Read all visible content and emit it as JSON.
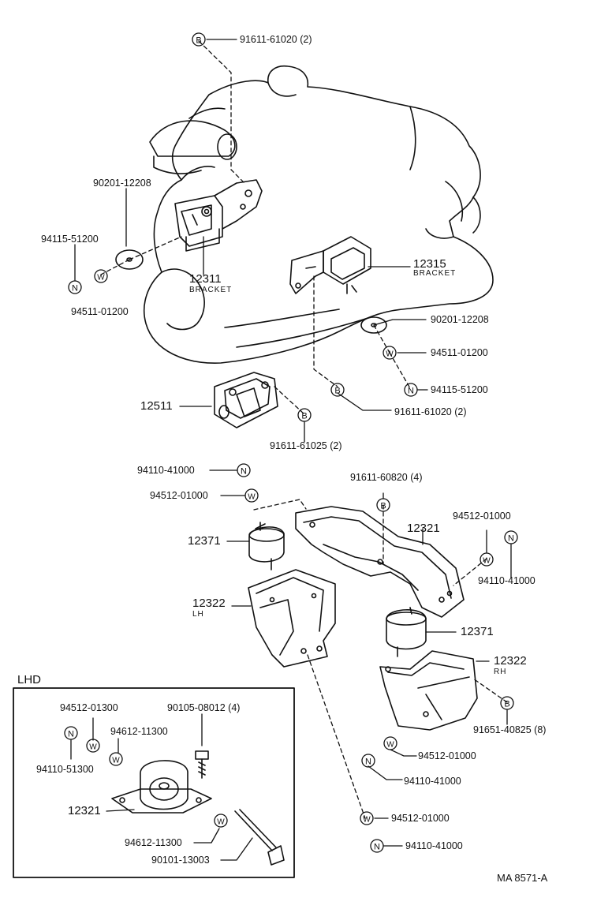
{
  "labels": {
    "l1": "91611-61020 (2)",
    "l2": "90201-12208",
    "l3": "94115-51200",
    "l4": "12311",
    "l5": "BRACKET",
    "l6": "94511-01200",
    "l7": "12315",
    "l8": "BRACKET",
    "l9": "90201-12208",
    "l10": "94511-01200",
    "l11": "94115-51200",
    "l12": "12511",
    "l13": "91611-61020 (2)",
    "l14": "91611-61025 (2)",
    "l15": "94110-41000",
    "l16": "91611-60820 (4)",
    "l17": "94512-01000",
    "l18": "94512-01000",
    "l19": "12321",
    "l20": "12371",
    "l21": "94110-41000",
    "l22": "12322",
    "l23": "LH",
    "l24": "12371",
    "l25": "12322",
    "l26": "RH",
    "l27": "91651-40825 (8)",
    "l28": "94512-01000",
    "l29": "94110-41000",
    "l30": "94512-01000",
    "l31": "94110-41000",
    "lhd_title": "LHD",
    "lhd1": "94512-01300",
    "lhd2": "90105-08012 (4)",
    "lhd3": "94612-11300",
    "lhd4": "94110-51300",
    "lhd5": "12321",
    "lhd6": "94612-11300",
    "lhd7": "90101-13003"
  },
  "symbols": {
    "b": "B",
    "w": "W",
    "n": "N"
  },
  "footer": {
    "code": "MA 8571-A"
  }
}
